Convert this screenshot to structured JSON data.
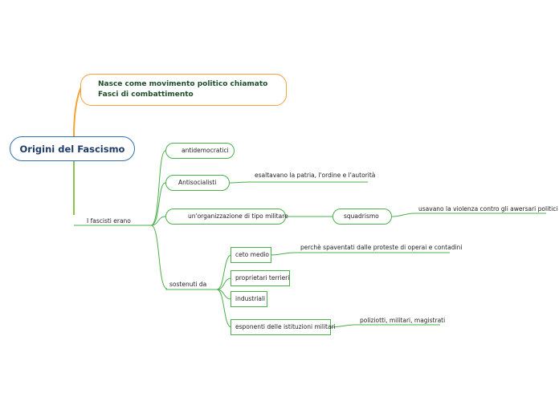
{
  "root": {
    "label": "Origini del Fascismo"
  },
  "main_topic": {
    "line1": "Nasce come movimento politico chiamato",
    "line2": "Fasci di combattimento"
  },
  "branch": {
    "label": "I fascisti erano"
  },
  "nodes": {
    "antidemocratici": "antidemocratici",
    "antisocialisti": "Antisocialisti",
    "antisocialisti_note": "esaltavano la patria, l'ordine e l'autorità",
    "organizzazione": "un'organizzazione di tipo militare",
    "squadrismo": "squadrismo",
    "squadrismo_note": "usavano la violenza contro gli awersari politici",
    "sostenuti": "sostenuti da",
    "ceto_medio": "ceto medio",
    "ceto_medio_note": "perchè spaventati dalle proteste di operai e contadini",
    "proprietari": "proprietari terrieri",
    "industriali": "industriali",
    "esponenti": "esponenti delle istituzioni militari",
    "esponenti_note": "poliziotti, militari, magistrati"
  },
  "colors": {
    "root_border": "#2f6fb0",
    "topic_border": "#f2a33a",
    "branch_lines": "#4ab04a"
  }
}
